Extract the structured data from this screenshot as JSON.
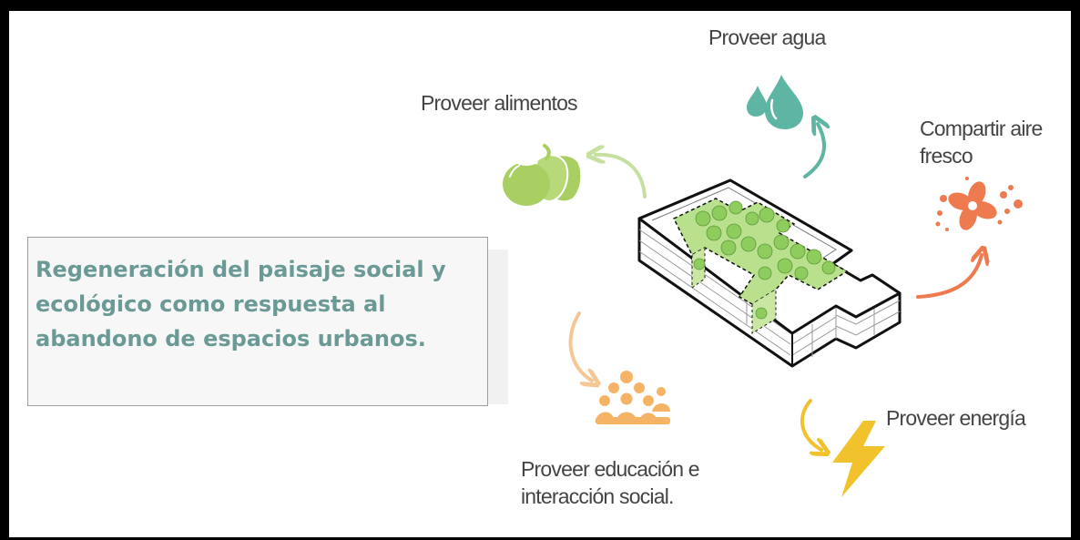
{
  "title": "Regeneración del paisaje social y ecológico como respuesta al abandono de espacios urbanos.",
  "services": {
    "water": "Proveer agua",
    "food": "Proveer alimentos",
    "air": "Compartir aire fresco",
    "energy": "Proveer energía",
    "education": "Proveer educación e interacción social."
  },
  "colors": {
    "title_text": "#6b9a96",
    "water": "#5fb5a4",
    "food": "#a9cf62",
    "air": "#ee7a4f",
    "energy": "#f2c22d",
    "education": "#f5b366",
    "greenery": "#b9e08c"
  },
  "icons": [
    "water-drops-icon",
    "vegetables-icon",
    "fan-icon",
    "lightning-icon",
    "people-group-icon",
    "building-isometric"
  ]
}
